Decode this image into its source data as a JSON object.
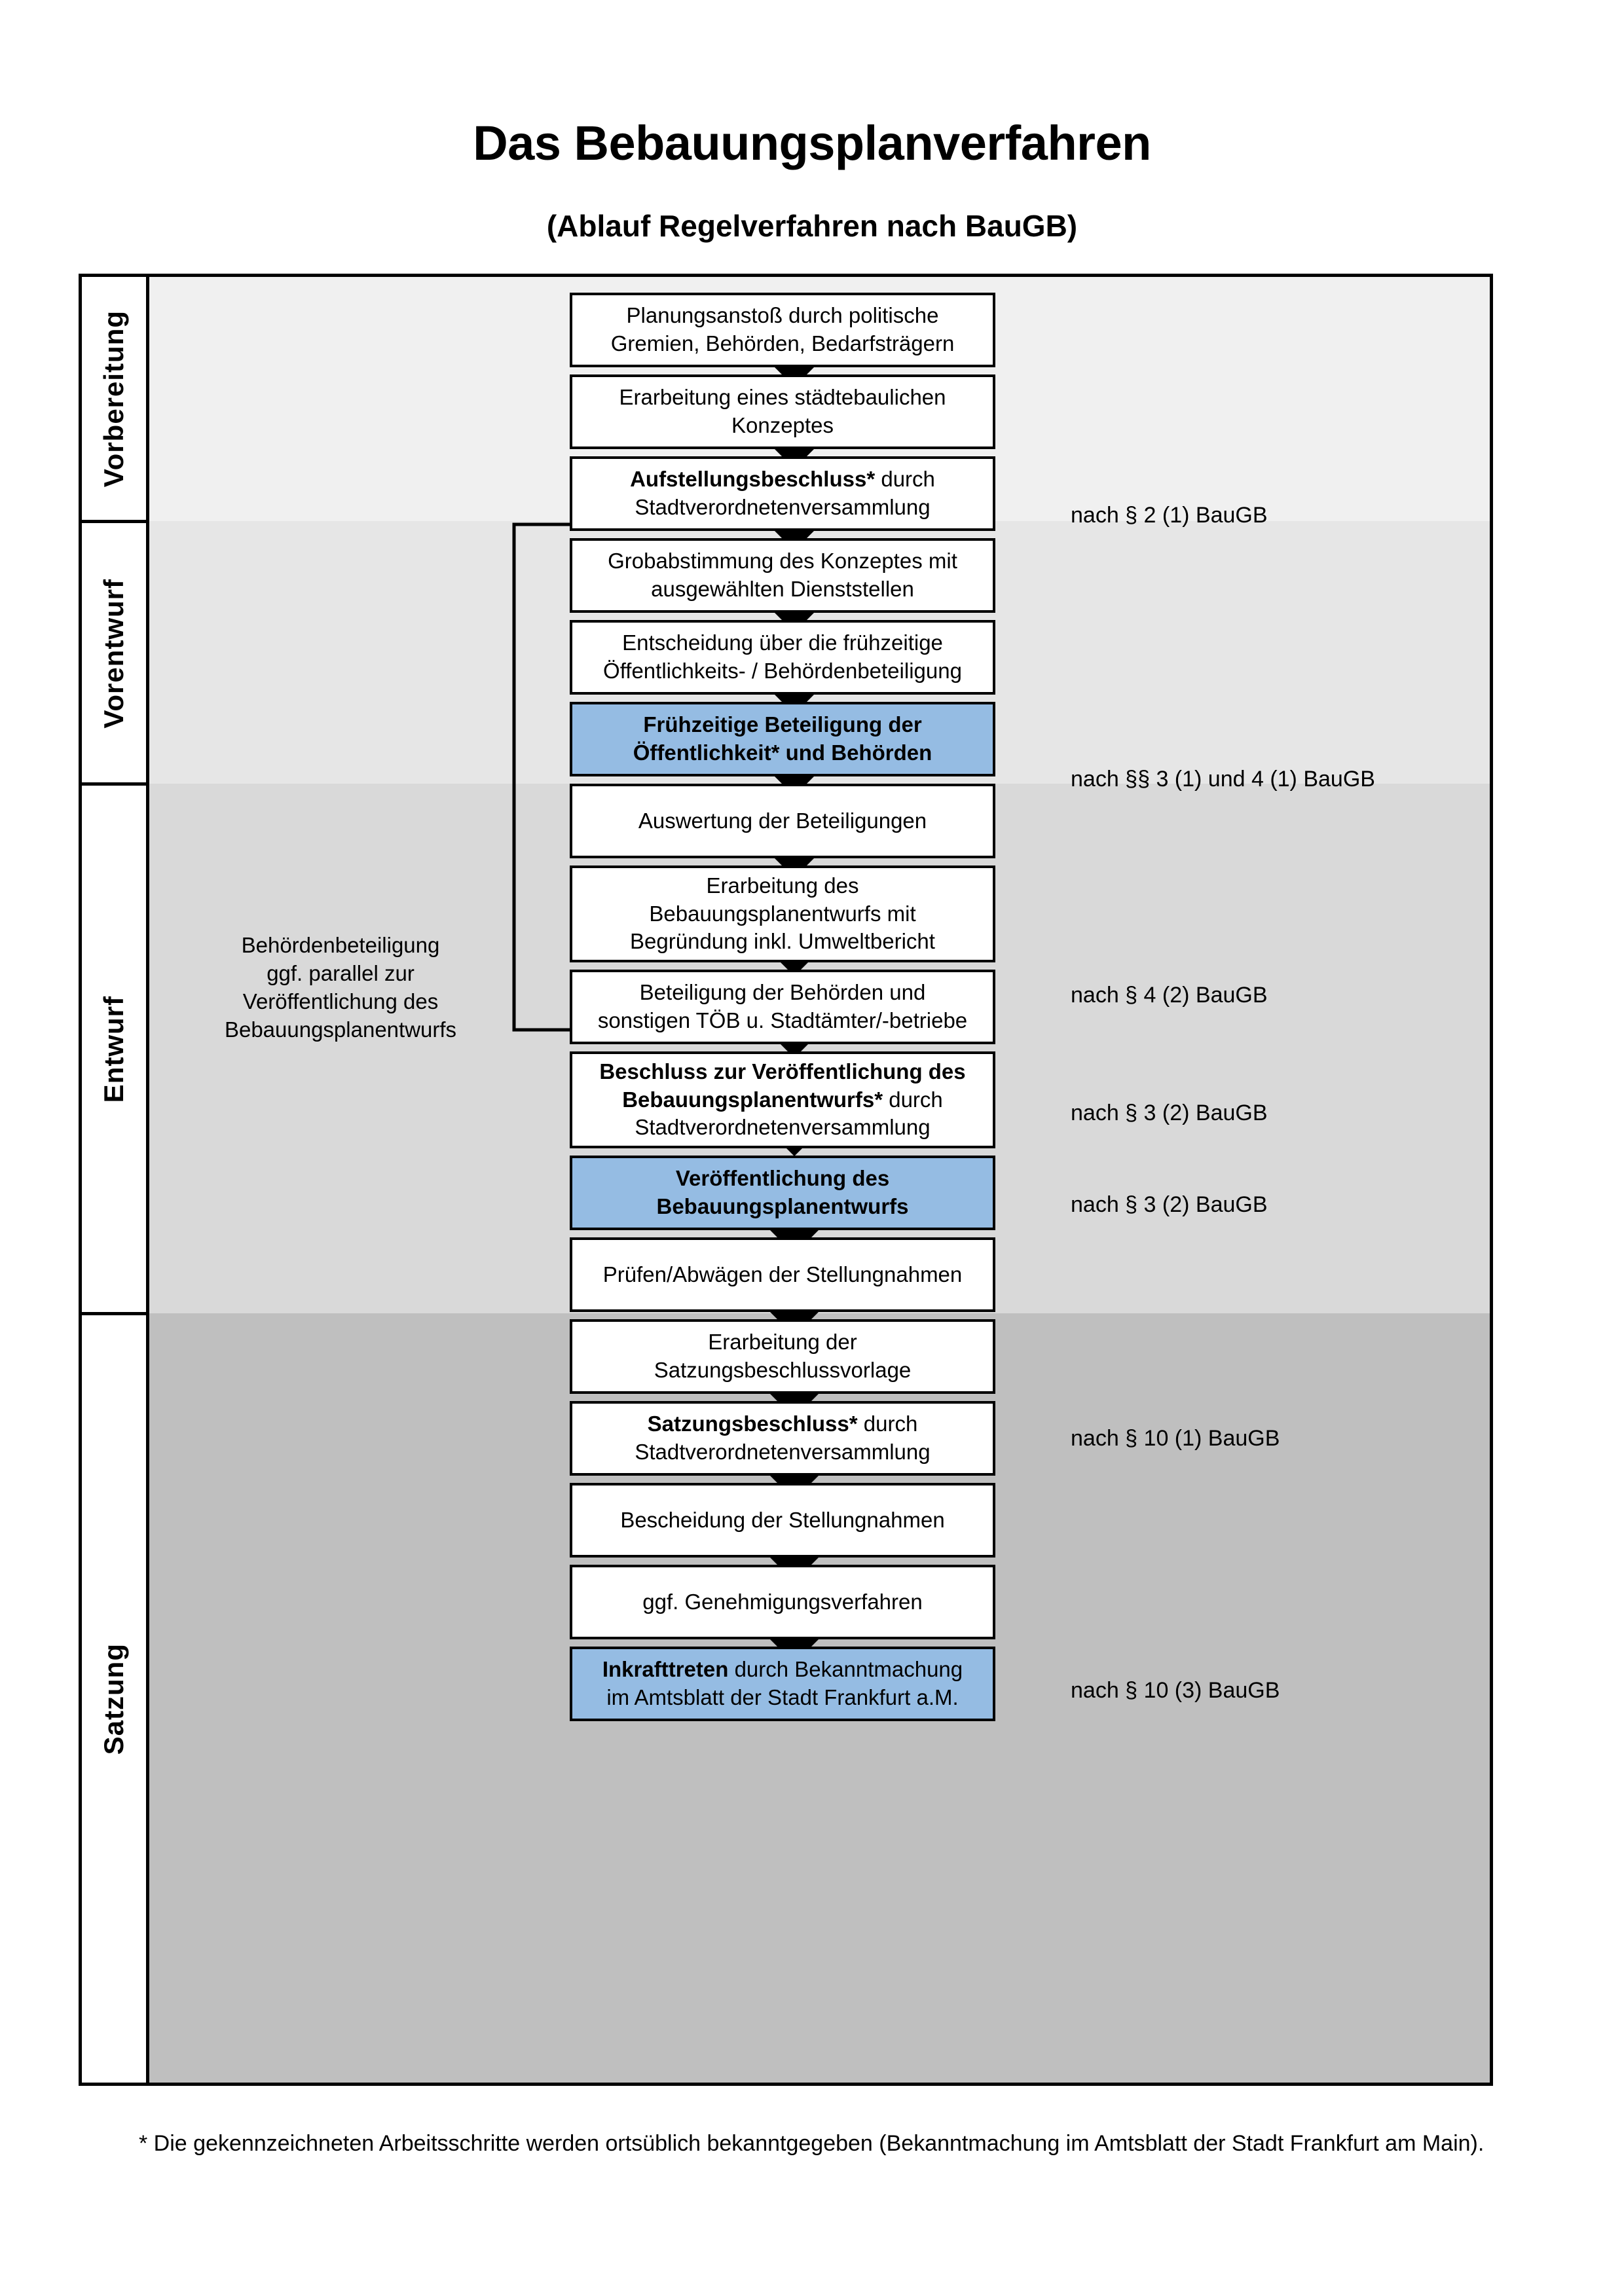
{
  "header": {
    "title": "Das Bebauungsplanverfahren",
    "subtitle": "(Ablauf Regelverfahren nach BauGB)"
  },
  "sections": [
    {
      "id": "vorbereitung",
      "label": "Vorbereitung",
      "band_color": "#F0F0F0"
    },
    {
      "id": "vorentwurf",
      "label": "Vorentwurf",
      "band_color": "#E6E6E6"
    },
    {
      "id": "entwurf",
      "label": "Entwurf",
      "band_color": "#D9D9D9"
    },
    {
      "id": "satzung",
      "label": "Satzung",
      "band_color": "#BFBFBF"
    }
  ],
  "steps": [
    {
      "id": "s1",
      "line1": "Planungsanstoß durch politische",
      "line2": "Gremien, Behörden, Bedarfsträgern",
      "bold": "",
      "highlight": false
    },
    {
      "id": "s2",
      "line1": "Erarbeitung eines städtebaulichen",
      "line2": "Konzeptes",
      "bold": "",
      "highlight": false
    },
    {
      "id": "s3",
      "line1": "Aufstellungsbeschluss* durch",
      "line2": "Stadtverordnetenversammlung",
      "bold": "Aufstellungsbeschluss*",
      "highlight": false
    },
    {
      "id": "s4",
      "line1": "Grobabstimmung des Konzeptes mit",
      "line2": "ausgewählten Dienststellen",
      "bold": "",
      "highlight": false
    },
    {
      "id": "s5",
      "line1": "Entscheidung über die frühzeitige",
      "line2": "Öffentlichkeits- / Behördenbeteiligung",
      "bold": "",
      "highlight": false
    },
    {
      "id": "s6",
      "line1": "Frühzeitige Beteiligung der",
      "line2": "Öffentlichkeit* und Behörden",
      "bold": "all",
      "highlight": true
    },
    {
      "id": "s7",
      "line1": "Auswertung der Beteiligungen",
      "line2": "",
      "bold": "",
      "highlight": false
    },
    {
      "id": "s8",
      "line1": "Erarbeitung des",
      "line2": "Bebauungsplanentwurfs mit",
      "line3": "Begründung inkl. Umweltbericht",
      "bold": "",
      "highlight": false
    },
    {
      "id": "s9",
      "line1": "Beteiligung der Behörden und",
      "line2": "sonstigen TÖB u. Stadtämter/-betriebe",
      "bold": "",
      "highlight": false
    },
    {
      "id": "s10",
      "line1": "Beschluss zur Veröffentlichung des",
      "line2": "Bebauungsplanentwurfs* durch",
      "line3": "Stadtverordnetenversammlung",
      "bold": "Beschluss zur Veröffentlichung des Bebauungsplanentwurfs*",
      "highlight": false
    },
    {
      "id": "s11",
      "line1": "Veröffentlichung des",
      "line2": "Bebauungsplanentwurfs",
      "bold": "all",
      "highlight": true
    },
    {
      "id": "s12",
      "line1": "Prüfen/Abwägen der Stellungnahmen",
      "line2": "",
      "bold": "",
      "highlight": false
    },
    {
      "id": "s13",
      "line1": "Erarbeitung der",
      "line2": "Satzungsbeschlussvorlage",
      "bold": "",
      "highlight": false
    },
    {
      "id": "s14",
      "line1": "Satzungsbeschluss* durch",
      "line2": "Stadtverordnetenversammlung",
      "bold": "Satzungsbeschluss*",
      "highlight": false
    },
    {
      "id": "s15",
      "line1": "Bescheidung der Stellungnahmen",
      "line2": "",
      "bold": "",
      "highlight": false
    },
    {
      "id": "s16",
      "line1": "ggf. Genehmigungsverfahren",
      "line2": "",
      "bold": "",
      "highlight": false
    },
    {
      "id": "s17",
      "line1": "Inkrafttreten durch Bekanntmachung",
      "line2": "im Amtsblatt der Stadt Frankfurt a.M.",
      "bold": "Inkrafttreten",
      "highlight": true
    }
  ],
  "references": [
    {
      "id": "r1",
      "text": "nach § 2 (1) BauGB"
    },
    {
      "id": "r2",
      "text": "nach §§ 3 (1) und 4 (1) BauGB"
    },
    {
      "id": "r3",
      "text": "nach § 4 (2) BauGB"
    },
    {
      "id": "r4",
      "text": "nach § 3 (2) BauGB"
    },
    {
      "id": "r5",
      "text": "nach § 3 (2) BauGB"
    },
    {
      "id": "r6",
      "text": "nach § 10 (1) BauGB"
    },
    {
      "id": "r7",
      "text": "nach § 10 (3) BauGB"
    }
  ],
  "sidenote": {
    "line1": "Behördenbeteiligung",
    "line2": "ggf. parallel zur",
    "line3": "Veröffentlichung des",
    "line4": "Bebauungsplanentwurfs"
  },
  "footnote": {
    "text": "* Die gekennzeichneten Arbeitsschritte werden ortsüblich bekanntgegeben (Bekanntmachung im Amtsblatt  der Stadt Frankfurt am Main)."
  },
  "colors": {
    "highlight_fill": "#95BCE3",
    "border": "#000000",
    "band_1": "#F0F0F0",
    "band_2": "#E6E6E6",
    "band_3": "#D9D9D9",
    "band_4": "#BFBFBF"
  }
}
